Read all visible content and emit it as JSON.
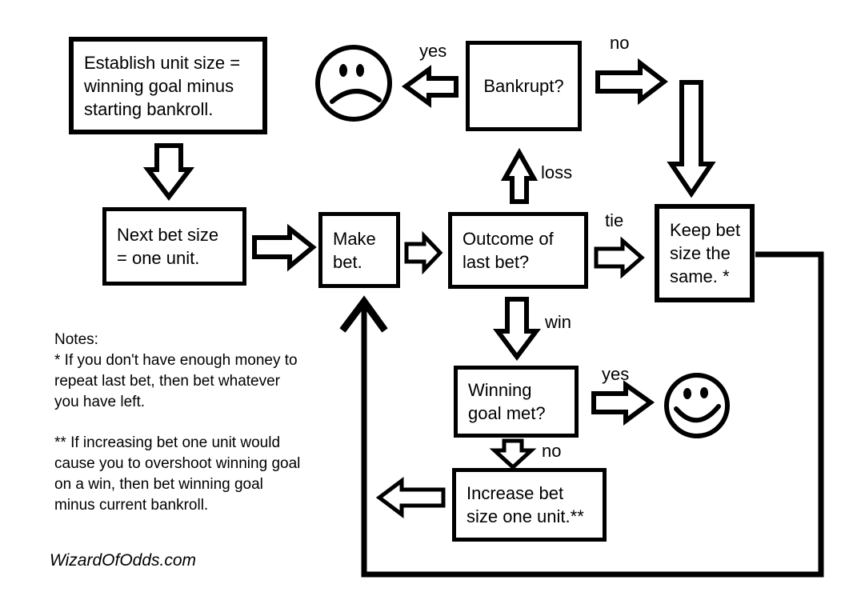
{
  "diagram": {
    "title_semantic": "Betting system flowchart",
    "boxes": {
      "establish": "Establish unit size =\nwinning goal minus\nstarting bankroll.",
      "bankrupt": "Bankrupt?",
      "next_bet": "Next bet size\n= one unit.",
      "make_bet": "Make\nbet.",
      "outcome": "Outcome of\nlast bet?",
      "keep_bet": "Keep bet\nsize the\nsame. *",
      "winning_goal": "Winning\ngoal met?",
      "increase_bet": "Increase bet\nsize one unit.**"
    },
    "labels": {
      "yes_bankrupt": "yes",
      "no_bankrupt": "no",
      "loss": "loss",
      "tie": "tie",
      "win": "win",
      "yes_goal": "yes",
      "no_goal": "no"
    },
    "notes": {
      "title": "Notes:",
      "note1": "*  If you don't have enough money to\nrepeat last bet, then bet whatever\nyou have left.",
      "note2": "**  If increasing bet one unit would\ncause you to overshoot winning goal\non a win, then bet winning goal\nminus current bankroll."
    },
    "credit": "WizardOfOdds.com",
    "icons": {
      "sad_face": "frowning-face",
      "happy_face": "smiley-face"
    },
    "colors": {
      "ink": "#000000",
      "background": "#ffffff"
    }
  }
}
